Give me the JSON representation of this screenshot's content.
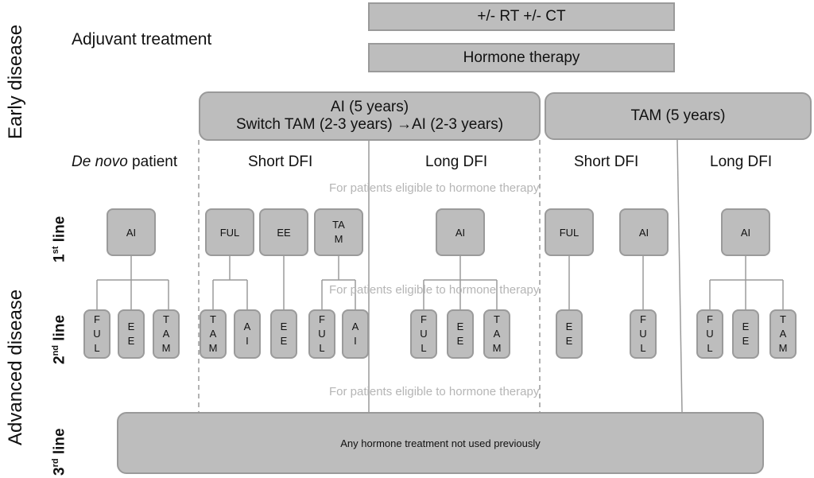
{
  "side_labels": {
    "early": "Early disease",
    "advanced": "Advanced disease",
    "first_line": "1st line",
    "second_line": "2nd line",
    "third_line": "3rd line"
  },
  "line_labels": {
    "first": {
      "num": "1",
      "sup": "st",
      "word": " line"
    },
    "second": {
      "num": "2",
      "sup": "nd",
      "word": " line"
    },
    "third": {
      "num": "3",
      "sup": "rd",
      "word": " line"
    }
  },
  "adjuvant": "Adjuvant treatment",
  "top_boxes": {
    "rt_ct": "+/- RT +/- CT",
    "hormone": "Hormone therapy"
  },
  "ai_box": {
    "line1": "AI (5 years)",
    "line2": "Switch TAM (2-3 years) →AI (2-3 years)"
  },
  "tam_box": "TAM (5 years)",
  "columns": {
    "de_novo_italic": "De novo",
    "de_novo_rest": " patient",
    "short_dfi": "Short DFI",
    "long_dfi": "Long DFI"
  },
  "overlay_text": "For patients eligible to hormone therapy",
  "first_line_boxes": [
    "AI",
    "FUL",
    "EE",
    "TA\nM",
    "AI",
    "FUL",
    "AI",
    "AI"
  ],
  "second_line_boxes": [
    "F\nU\nL",
    "E\nE",
    "T\nA\nM",
    "T\nA\nM",
    "A\nI",
    "E\nE",
    "F\nU\nL",
    "A\nI",
    "F\nU\nL",
    "E\nE",
    "T\nA\nM",
    "E\nE",
    "F\nU\nL",
    "F\nU\nL",
    "E\nE",
    "T\nA\nM"
  ],
  "third_line_box": "Any hormone treatment not used previously",
  "colors": {
    "box_fill": "#bdbdbd",
    "box_border": "#9a9a9a",
    "line": "#9a9a9a",
    "overlay": "#b5b5b5"
  }
}
